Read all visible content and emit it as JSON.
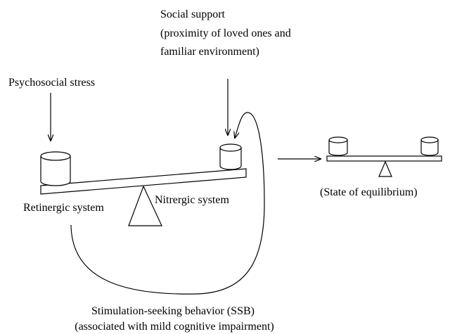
{
  "labels": {
    "social_support": [
      "Social support",
      "(proximity of loved ones and",
      "familiar environment)"
    ],
    "psychosocial_stress": "Psychosocial stress",
    "retinergic_system": "Retinergic system",
    "nitrergic_system": "Nitrergic system",
    "equilibrium": "(State of equilibrium)",
    "ssb": [
      "Stimulation-seeking behavior (SSB)",
      "(associated with mild cognitive impairment)"
    ]
  }
}
